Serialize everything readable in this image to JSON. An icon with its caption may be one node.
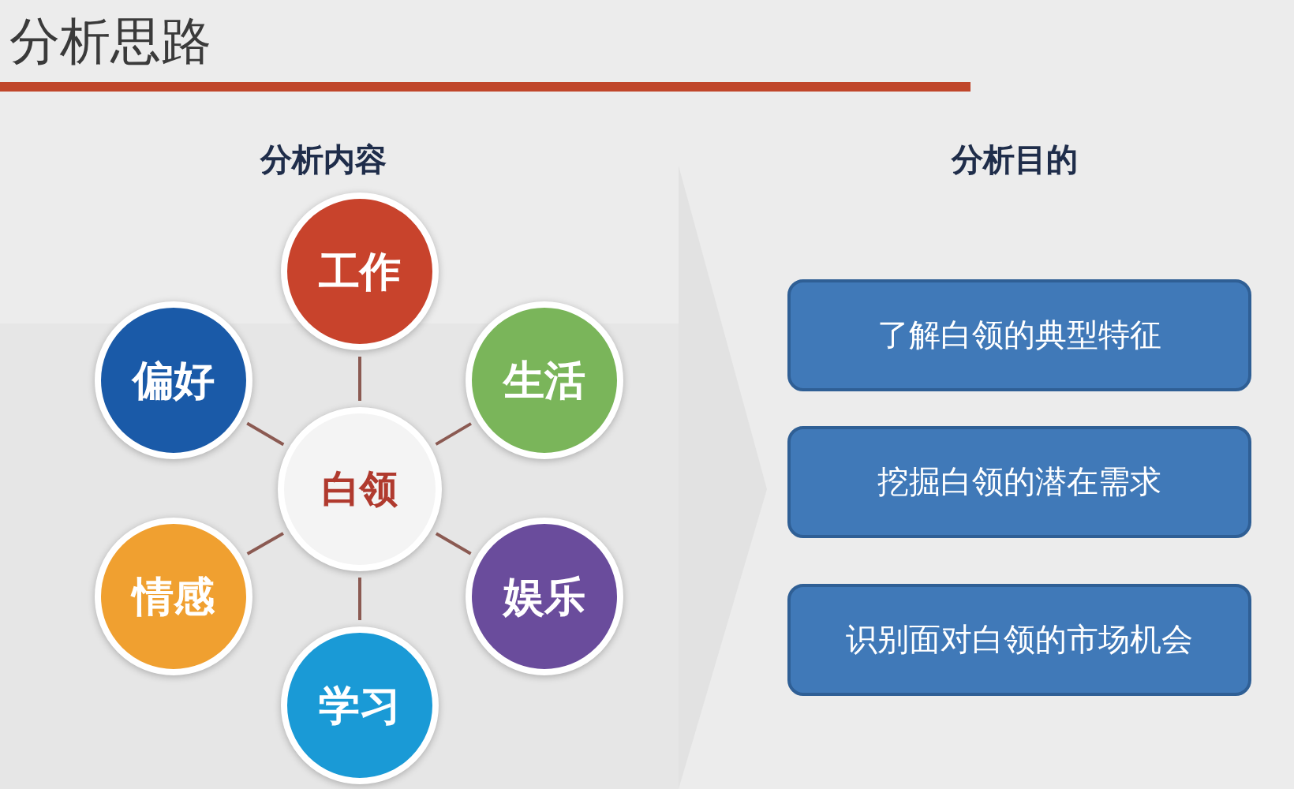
{
  "diagram": {
    "title": "分析思路",
    "nodes": [
      {
        "text": [
          "白领"
        ]
      },
      {
        "text": [
          "工作"
        ]
      },
      {
        "text": [
          "生活"
        ]
      },
      {
        "text": [
          "娱乐"
        ]
      },
      {
        "text": [
          "学习"
        ]
      },
      {
        "text": [
          "情感"
        ]
      },
      {
        "text": [
          "偏好"
        ]
      },
      {
        "text": [
          "了解白领的典型特征"
        ]
      },
      {
        "text": [
          "挖掘白领的潜在需求"
        ]
      },
      {
        "text": [
          "识别面对白领的市场机会"
        ]
      }
    ],
    "edges": [
      {
        "from": 0,
        "to": 1,
        "arrow": "none"
      },
      {
        "from": 0,
        "to": 2,
        "arrow": "none"
      },
      {
        "from": 0,
        "to": 3,
        "arrow": "none"
      },
      {
        "from": 0,
        "to": 4,
        "arrow": "none"
      },
      {
        "from": 0,
        "to": 5,
        "arrow": "none"
      },
      {
        "from": 0,
        "to": 6,
        "arrow": "none"
      }
    ],
    "labels": [
      "分析内容",
      "分析目的"
    ]
  }
}
